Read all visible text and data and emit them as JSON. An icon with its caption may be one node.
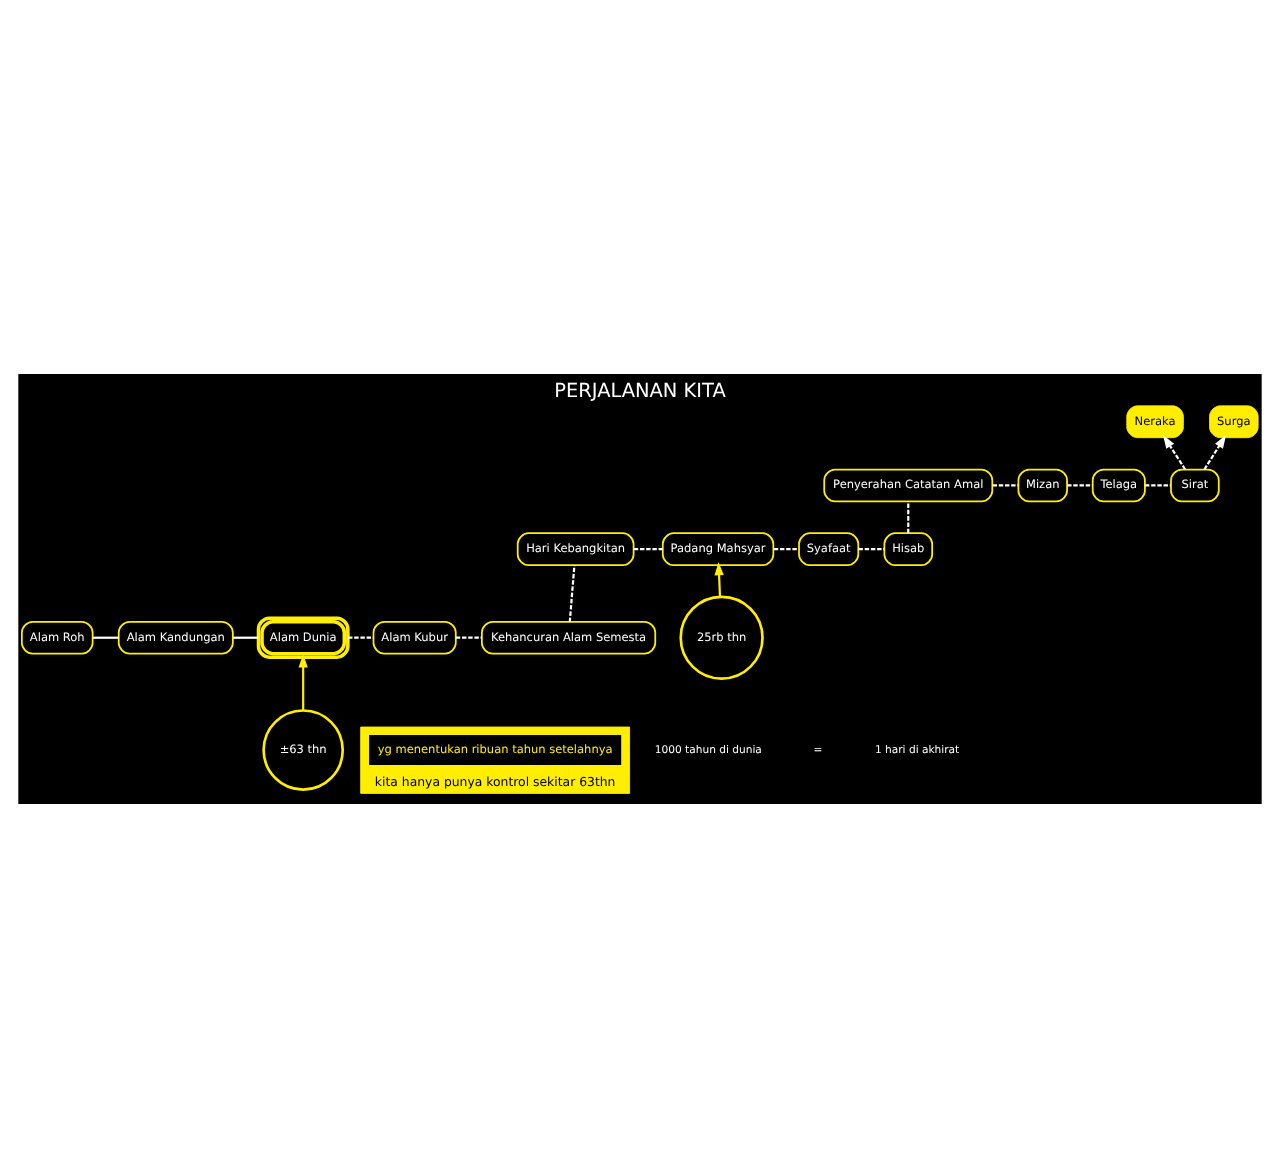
{
  "diagram": {
    "title": "PERJALANAN KITA",
    "nodes": [
      {
        "text": [
          "Alam Roh"
        ]
      },
      {
        "text": [
          "Alam Kandungan"
        ]
      },
      {
        "text": [
          "Alam Dunia"
        ]
      },
      {
        "text": [
          "Alam Kubur"
        ]
      },
      {
        "text": [
          "Kehancuran Alam Semesta"
        ]
      },
      {
        "text": [
          "Hari Kebangkitan"
        ]
      },
      {
        "text": [
          "Padang Mahsyar"
        ]
      },
      {
        "text": [
          "Syafaat"
        ]
      },
      {
        "text": [
          "Hisab"
        ]
      },
      {
        "text": [
          "Penyerahan Catatan Amal"
        ]
      },
      {
        "text": [
          "Mizan"
        ]
      },
      {
        "text": [
          "Telaga"
        ]
      },
      {
        "text": [
          "Sirat"
        ]
      },
      {
        "text": [
          "Neraka"
        ]
      },
      {
        "text": [
          "Surga"
        ]
      },
      {
        "text": [
          "±63 thn"
        ]
      },
      {
        "text": [
          "25rb thn"
        ]
      },
      {
        "text": [
          "kita hanya punya kontrol sekitar 63thn"
        ]
      },
      {
        "text": [
          "yg menentukan ribuan tahun setelahnya"
        ],
        "in": 17
      }
    ],
    "edges": [
      {
        "from": 0,
        "to": 1,
        "arrow": "none"
      },
      {
        "from": 1,
        "to": 2,
        "arrow": "none"
      },
      {
        "from": 2,
        "to": 3,
        "arrow": "none",
        "style": "dashed"
      },
      {
        "from": 3,
        "to": 4,
        "arrow": "none",
        "style": "dashed"
      },
      {
        "from": 4,
        "to": 5,
        "arrow": "none",
        "style": "dashed"
      },
      {
        "from": 5,
        "to": 6,
        "arrow": "none",
        "style": "dashed"
      },
      {
        "from": 6,
        "to": 7,
        "arrow": "none",
        "style": "dashed"
      },
      {
        "from": 7,
        "to": 8,
        "arrow": "none",
        "style": "dashed"
      },
      {
        "from": 8,
        "to": 9,
        "arrow": "none",
        "style": "dashed"
      },
      {
        "from": 9,
        "to": 10,
        "arrow": "none",
        "style": "dashed"
      },
      {
        "from": 10,
        "to": 11,
        "arrow": "none",
        "style": "dashed"
      },
      {
        "from": 11,
        "to": 12,
        "arrow": "none",
        "style": "dashed"
      },
      {
        "from": 12,
        "to": 13,
        "arrow": "to",
        "style": "dashed"
      },
      {
        "from": 12,
        "to": 14,
        "arrow": "to",
        "style": "dashed"
      },
      {
        "from": 15,
        "to": 2,
        "arrow": "to",
        "color": "#ffee00"
      },
      {
        "from": 16,
        "to": 6,
        "arrow": "to",
        "color": "#ffee00"
      }
    ],
    "labels": [
      "1000 tahun di dunia",
      "=",
      "1 hari di akhirat"
    ]
  }
}
